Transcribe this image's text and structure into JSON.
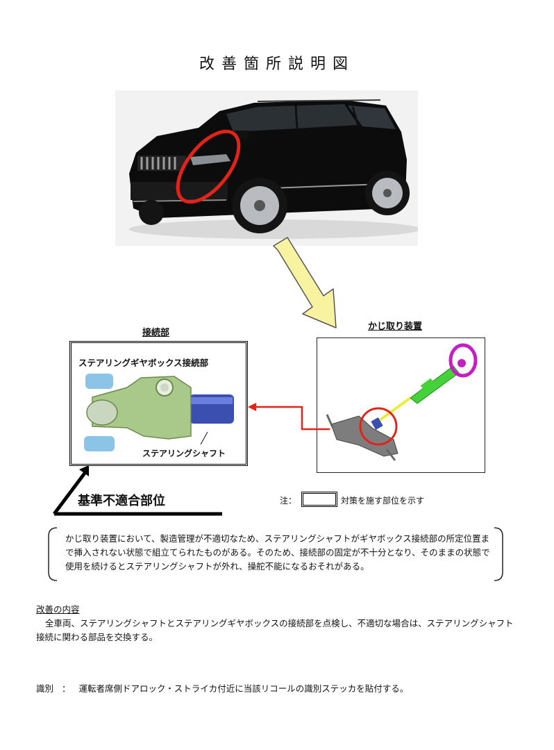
{
  "title": "改善箇所説明図",
  "labels": {
    "connection": "接続部",
    "steering_device": "かじ取り装置",
    "gearbox_connection": "ステアリングギヤボックス接続部",
    "steering_shaft": "ステアリングシャフト",
    "nonconforming": "基準不適合部位"
  },
  "legend": {
    "prefix": "注：",
    "text": "対策を施す部位を示す"
  },
  "defect_description": "かじ取り装置において、製造管理が不適切なため、ステアリングシャフトがギヤボックス接続部の所定位置まで挿入されない状態で組立てられたものがある。そのため、接続部の固定が不十分となり、そのままの状態で使用を続けるとステアリングシャフトが外れ、操舵不能になるおそれがある。",
  "improvement": {
    "heading": "改善の内容",
    "text": "全車両、ステアリングシャフトとステアリングギヤボックスの接続部を点検し、不適切な場合は、ステアリングシャフト接続に関わる部品を交換する。"
  },
  "identification": {
    "label": "識別",
    "separator": "：",
    "text": "運転者席側ドアロック・ストライカ付近に当該リコールの識別ステッカを貼付する。"
  },
  "colors": {
    "highlight_red": "#e2231a",
    "arrow_yellow": "#f7f3a0",
    "car_black": "#0c0c0c",
    "column_green": "#44d13a",
    "wheel_magenta": "#c41fc4",
    "shaft_yellow": "#ecec3a",
    "shaft_blue": "#3a4fb0"
  }
}
